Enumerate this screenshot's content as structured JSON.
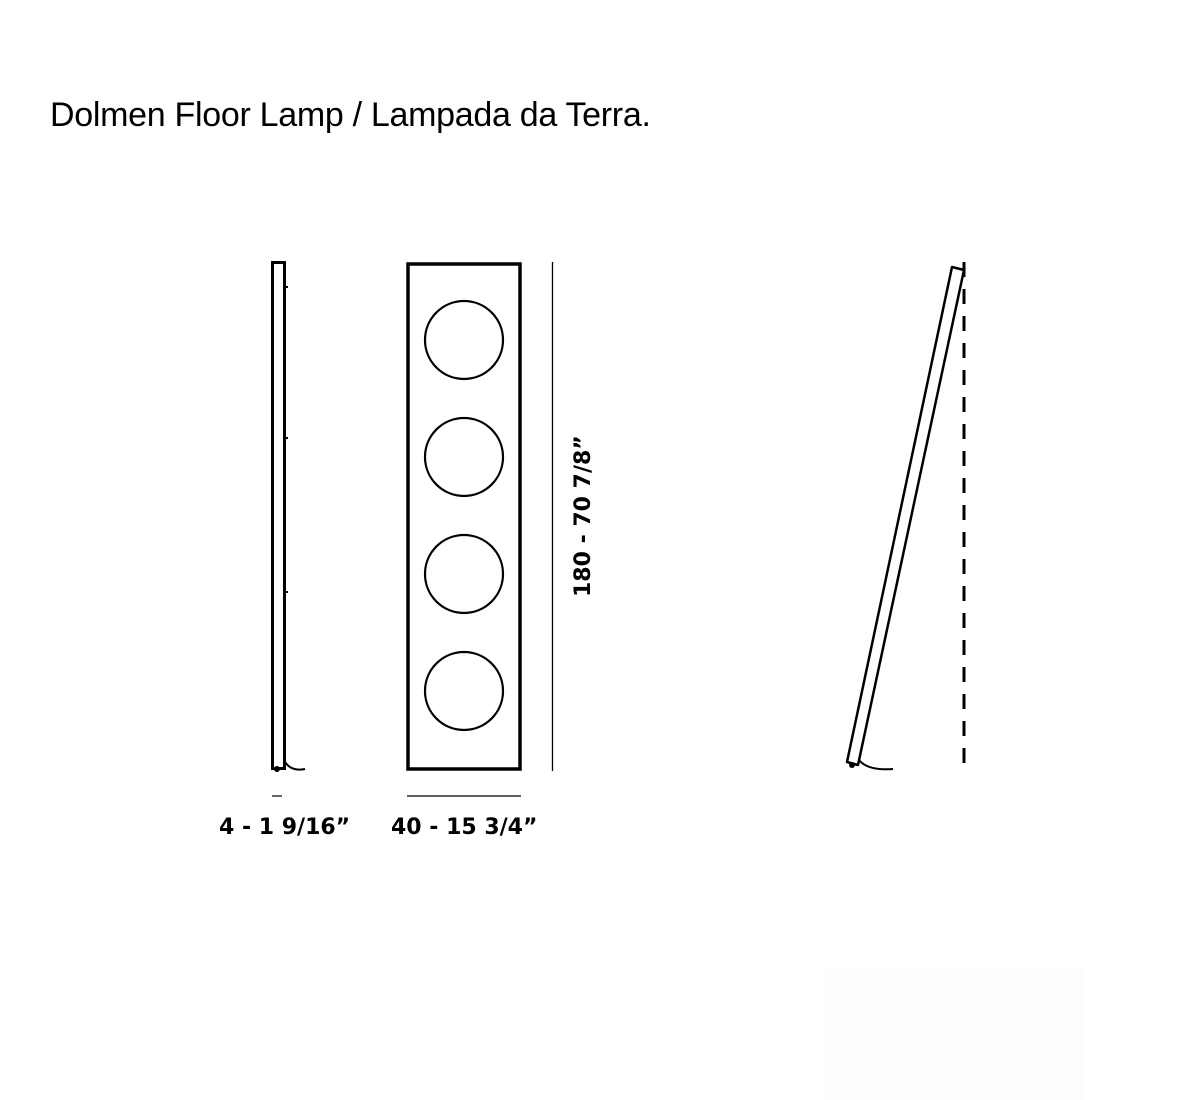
{
  "title": "Dolmen Floor Lamp / Lampada da Terra.",
  "views": {
    "side": {
      "label": "side-view",
      "dimension": "4 - 1 9/16”"
    },
    "front": {
      "label": "front-view",
      "dimension_width": "40 - 15 3/4”",
      "dimension_height": "180 - 70 7/8”",
      "circle_count": 4
    },
    "leaning": {
      "label": "leaning-side-view"
    }
  },
  "colors": {
    "line": "#000000",
    "background": "#ffffff"
  }
}
